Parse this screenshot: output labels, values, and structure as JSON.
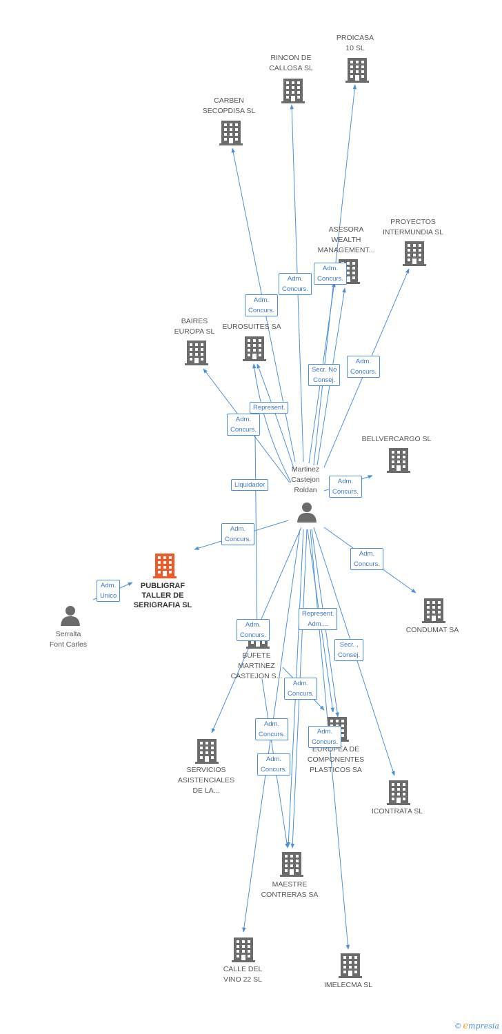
{
  "colors": {
    "edge": "#4a90d9",
    "icon": "#6b6b6b",
    "main": "#f05a28",
    "label": "#555555"
  },
  "center": {
    "id": "martinez",
    "label": "Martinez\nCastejon\nRoldan"
  },
  "nodes": [
    {
      "id": "proicasa",
      "label": "PROICASA\n10 SL",
      "icon": "building-icon"
    },
    {
      "id": "rincon",
      "label": "RINCON DE\nCALLOSA SL",
      "icon": "building-icon"
    },
    {
      "id": "carben",
      "label": "CARBEN\nSECOPDISA SL",
      "icon": "building-icon"
    },
    {
      "id": "asesora",
      "label": "ASESORA\nWEALTH\nMANAGEMENT...",
      "icon": "building-icon"
    },
    {
      "id": "proyectos",
      "label": "PROYECTOS\nINTERMUNDIA SL",
      "icon": "building-icon"
    },
    {
      "id": "baires",
      "label": "BAIRES\nEUROPA SL",
      "icon": "building-icon"
    },
    {
      "id": "eurosuites",
      "label": "EUROSUITES SA",
      "icon": "building-icon"
    },
    {
      "id": "bellvercargo",
      "label": "BELLVERCARGO SL",
      "icon": "building-icon"
    },
    {
      "id": "martinez",
      "label": "Martinez\nCastejon\nRoldan",
      "icon": "person-icon"
    },
    {
      "id": "publigraf",
      "label": "PUBLIGRAF\nTALLER DE\nSERIGRAFIA SL",
      "icon": "building-icon",
      "main": true
    },
    {
      "id": "serralta",
      "label": "Serralta\nFont Carles",
      "icon": "person-icon"
    },
    {
      "id": "condumat",
      "label": "CONDUMAT SA",
      "icon": "building-icon"
    },
    {
      "id": "bufete",
      "label": "BUFETE\nMARTINEZ\nCASTEJON S...",
      "icon": "building-icon"
    },
    {
      "id": "europea",
      "label": "EUROPEA DE\nCOMPONENTES\nPLASTICOS SA",
      "icon": "building-icon"
    },
    {
      "id": "servicios",
      "label": "SERVICIOS\nASISTENCIALES\nDE LA...",
      "icon": "building-icon"
    },
    {
      "id": "icontrata",
      "label": "ICONTRATA SL",
      "icon": "building-icon"
    },
    {
      "id": "maestre",
      "label": "MAESTRE\nCONTRERAS SA",
      "icon": "building-icon"
    },
    {
      "id": "calle",
      "label": "CALLE DEL\nVINO 22 SL",
      "icon": "building-icon"
    },
    {
      "id": "imelecma",
      "label": "IMELECMA SL",
      "icon": "building-icon"
    }
  ],
  "relations": [
    "Adm.\nConcurs.",
    "Adm.\nConcurs.",
    "Adm.\nConcurs.",
    "Adm.\nConcurs.",
    "Secr.  No\nConsej.",
    "Represent.",
    "Adm.\nConcurs.",
    "Adm.\nConcurs.",
    "Liquidador",
    "Adm.\nConcurs.",
    "Adm.\nUnico",
    "Adm.\nConcurs.",
    "Adm.\nConcurs.",
    "Represent.\nAdm....",
    "Secr. ,\nConsej.",
    "Adm.\nConcurs.",
    "Adm.\nConcurs.",
    "Adm.\nConcurs.",
    "Adm.\nConcurs."
  ],
  "footer": {
    "copyright": "©",
    "brand_initial": "e",
    "brand_rest": "mpresia"
  }
}
